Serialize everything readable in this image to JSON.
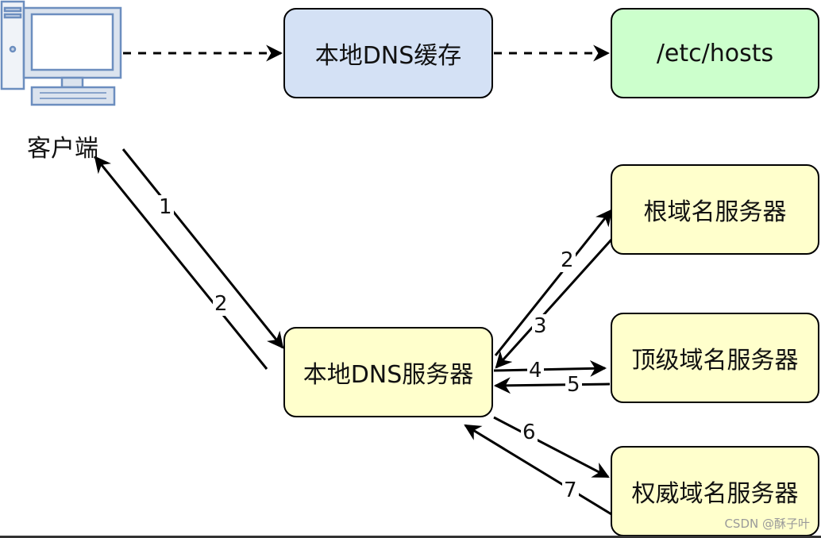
{
  "nodes": {
    "client_label": "客户端",
    "local_cache": "本地DNS缓存",
    "hosts_file": "/etc/hosts",
    "local_dns_server": "本地DNS服务器",
    "root_server": "根域名服务器",
    "tld_server": "顶级域名服务器",
    "authoritative_server": "权威域名服务器"
  },
  "edges": [
    {
      "from": "client",
      "to": "local_cache",
      "style": "dashed",
      "label": ""
    },
    {
      "from": "local_cache",
      "to": "hosts_file",
      "style": "dashed",
      "label": ""
    },
    {
      "from": "client",
      "to": "local_dns_server",
      "style": "solid",
      "label": "1"
    },
    {
      "from": "local_dns_server",
      "to": "client",
      "style": "solid",
      "label": "2"
    },
    {
      "from": "local_dns_server",
      "to": "root_server",
      "style": "solid",
      "label": "2"
    },
    {
      "from": "root_server",
      "to": "local_dns_server",
      "style": "solid",
      "label": "3"
    },
    {
      "from": "local_dns_server",
      "to": "tld_server",
      "style": "solid",
      "label": "4"
    },
    {
      "from": "tld_server",
      "to": "local_dns_server",
      "style": "solid",
      "label": "5"
    },
    {
      "from": "local_dns_server",
      "to": "authoritative_server",
      "style": "solid",
      "label": "6"
    },
    {
      "from": "authoritative_server",
      "to": "local_dns_server",
      "style": "solid",
      "label": "7"
    }
  ],
  "colors": {
    "cache_fill": "#d4e1f5",
    "hosts_fill": "#ccffcc",
    "server_fill": "#ffffcc",
    "computer_icon": "#6c8ebf"
  },
  "icons": {
    "client": "desktop-computer-icon"
  },
  "watermark": "CSDN @酥子叶"
}
